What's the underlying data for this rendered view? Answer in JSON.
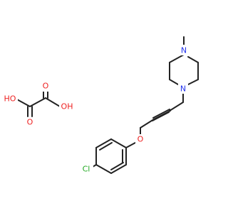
{
  "molecule": {
    "atoms": [
      {
        "key": "n_top",
        "label": "N",
        "color": "#2233ee"
      },
      {
        "key": "n_bottom",
        "label": "N",
        "color": "#2233ee"
      },
      {
        "key": "o_ether",
        "label": "O",
        "color": "#ee2222"
      },
      {
        "key": "cl",
        "label": "Cl",
        "color": "#22aa22"
      },
      {
        "key": "o_carbonyl_left",
        "label": "O",
        "color": "#ee2222"
      },
      {
        "key": "o_carbonyl_right",
        "label": "O",
        "color": "#ee2222"
      },
      {
        "key": "ho_left",
        "label": "HO",
        "color": "#ee2222"
      },
      {
        "key": "oh_right",
        "label": "OH",
        "color": "#ee2222"
      }
    ],
    "colors": {
      "carbon": "#222222",
      "nitrogen": "#2233ee",
      "oxygen": "#ee2222",
      "chlorine": "#22aa22"
    }
  }
}
